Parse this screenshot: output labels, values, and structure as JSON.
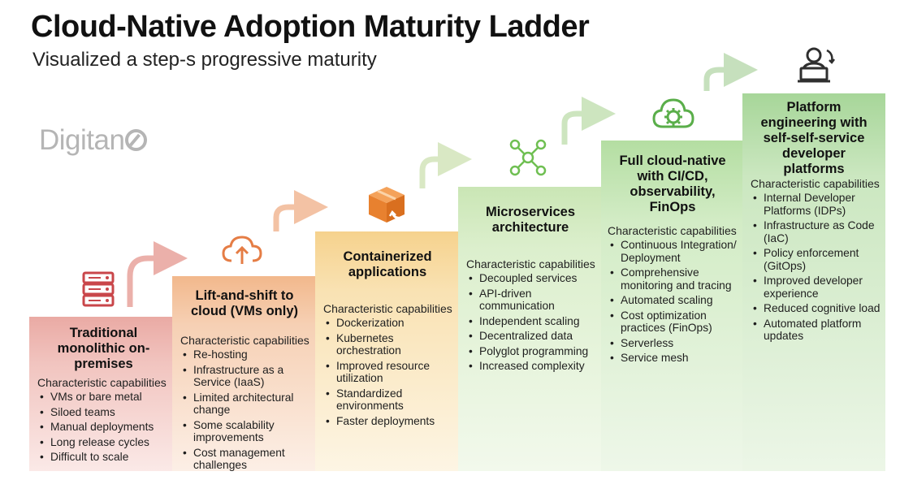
{
  "title": "Cloud-Native Adoption Maturity Ladder",
  "subtitle": "Visualized a step-s progressive maturity",
  "logo": {
    "text": "Digitan"
  },
  "colors": {
    "step1": "#e8a7a1",
    "step2": "#f2b98d",
    "step3": "#f6d38e",
    "step4": "#cbe7b6",
    "step5": "#b5dfa3",
    "step6": "#a8d79b"
  },
  "steps": [
    {
      "title": "Traditional monolithic on-premises",
      "icon": "server-rack-icon",
      "capabilities_label": "Characteristic capabilities",
      "items": [
        "VMs or bare metal",
        "Siloed teams",
        "Manual deployments",
        "Long release cycles",
        "Difficult to scale"
      ]
    },
    {
      "title": "Lift-and-shift to cloud (VMs only)",
      "icon": "cloud-upload-icon",
      "capabilities_label": "Characteristic capabilities",
      "items": [
        "Re-hosting",
        "Infrastructure as a Service (IaaS)",
        "Limited architectural change",
        "Some scalability improvements",
        "Cost management challenges"
      ]
    },
    {
      "title": "Containerized applications",
      "icon": "container-box-icon",
      "capabilities_label": "Characteristic capabilities",
      "items": [
        "Dockerization",
        "Kubernetes orchestration",
        "Improved resource utilization",
        "Standardized environments",
        "Faster deployments"
      ]
    },
    {
      "title": "Microservices architecture",
      "icon": "network-nodes-icon",
      "capabilities_label": "Characteristic capabilities",
      "items": [
        "Decoupled services",
        "API-driven communication",
        "Independent scaling",
        "Decentralized data",
        "Polyglot programming",
        "Increased complexity"
      ]
    },
    {
      "title": "Full cloud-native with CI/CD, observability, FinOps",
      "icon": "cloud-gear-icon",
      "capabilities_label": "Characteristic capabilities",
      "items": [
        "Continuous Integration/ Deployment",
        "Comprehensive monitoring and tracing",
        "Automated scaling",
        "Cost optimization practices (FinOps)",
        "Serverless",
        "Service mesh"
      ]
    },
    {
      "title": "Platform engineering with self-self-service developer platforms",
      "icon": "developer-laptop-icon",
      "capabilities_label": "Characteristic capabilities",
      "items": [
        "Internal Developer Platforms (IDPs)",
        "Infrastructure as Code (IaC)",
        "Policy enforcement (GitOps)",
        "Improved developer experience",
        "Reduced cognitive load",
        "Automated platform updates"
      ]
    }
  ]
}
